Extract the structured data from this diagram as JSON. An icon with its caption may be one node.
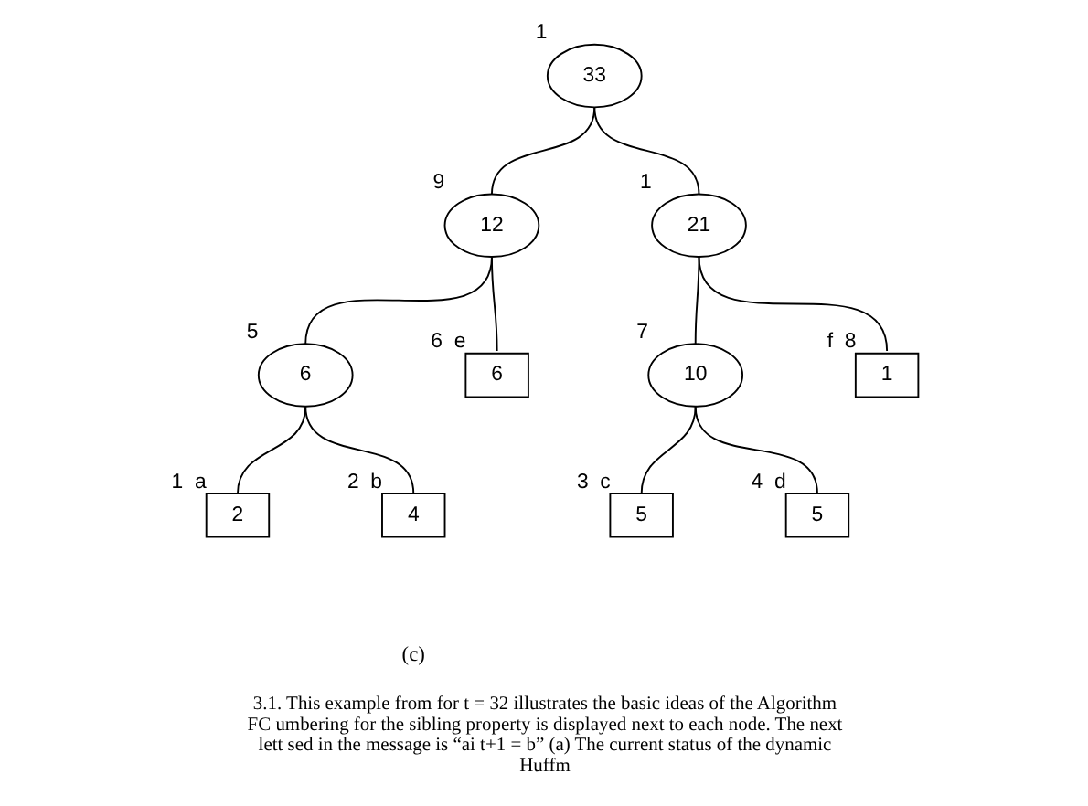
{
  "diagram": {
    "caption": "3.1. This example from for t = 32 illustrates the basic ideas of the Algorithm FC umbering for the sibling property is displayed next to each node. The next lett sed in the message is “ai t+1 = b” (a) The current status of the dynamic Huffm",
    "nodes": [
      {
        "text": [
          "33"
        ],
        "beside": [
          "1"
        ]
      },
      {
        "text": [
          "12"
        ],
        "beside": [
          "9"
        ]
      },
      {
        "text": [
          "21"
        ],
        "beside": [
          "1"
        ]
      },
      {
        "text": [
          "6"
        ],
        "beside": [
          "5"
        ]
      },
      {
        "text": [
          "6"
        ],
        "beside": [
          "6",
          "e"
        ]
      },
      {
        "text": [
          "10"
        ],
        "beside": [
          "7"
        ]
      },
      {
        "text": [
          "1"
        ],
        "beside": [
          "f",
          "8"
        ]
      },
      {
        "text": [
          "2"
        ],
        "beside": [
          "1",
          "a"
        ]
      },
      {
        "text": [
          "4"
        ],
        "beside": [
          "2",
          "b"
        ]
      },
      {
        "text": [
          "5"
        ],
        "beside": [
          "3",
          "c"
        ]
      },
      {
        "text": [
          "5"
        ],
        "beside": [
          "4",
          "d"
        ]
      }
    ],
    "edges": [
      {
        "from": 0,
        "to": 1,
        "arrow": "none"
      },
      {
        "from": 0,
        "to": 2,
        "arrow": "none"
      },
      {
        "from": 1,
        "to": 3,
        "arrow": "none"
      },
      {
        "from": 1,
        "to": 4,
        "arrow": "none"
      },
      {
        "from": 2,
        "to": 5,
        "arrow": "none"
      },
      {
        "from": 2,
        "to": 6,
        "arrow": "none"
      },
      {
        "from": 3,
        "to": 7,
        "arrow": "none"
      },
      {
        "from": 3,
        "to": 8,
        "arrow": "none"
      },
      {
        "from": 5,
        "to": 9,
        "arrow": "none"
      },
      {
        "from": 5,
        "to": 10,
        "arrow": "none"
      }
    ],
    "labels": [
      "(c)"
    ]
  }
}
